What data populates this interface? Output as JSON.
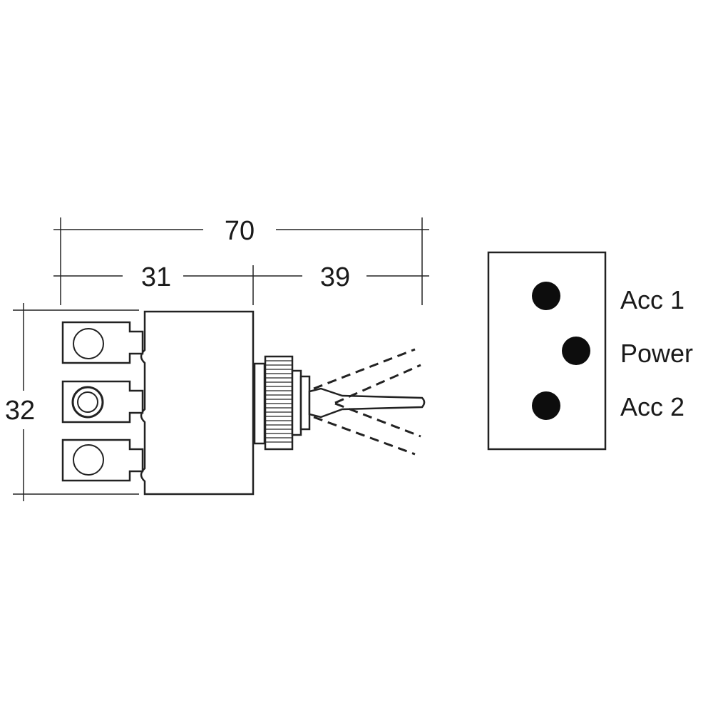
{
  "dimensions": {
    "overall_length": "70",
    "body_length": "31",
    "toggle_length": "39",
    "height": "32"
  },
  "terminal_layout": {
    "pins": [
      {
        "label": "Acc 1"
      },
      {
        "label": "Power"
      },
      {
        "label": "Acc 2"
      }
    ]
  }
}
